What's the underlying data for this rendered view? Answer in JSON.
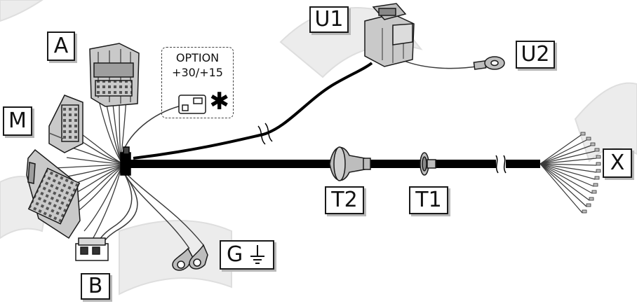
{
  "labels": {
    "a": "A",
    "m": "M",
    "b": "B",
    "u1": "U1",
    "u2": "U2",
    "t2": "T2",
    "t1": "T1",
    "x": "X",
    "g": "G"
  },
  "option": {
    "title": "OPTION",
    "value": "+30/+15",
    "marker": "✱"
  },
  "icons": {
    "ground": "ground-symbol-icon"
  },
  "colors": {
    "cable": "#000000",
    "connector_fill": "#c9c9c9",
    "outline": "#1a1a1a",
    "watermark": "#e6e6e6",
    "wire_thin": "#3a3a3a"
  }
}
